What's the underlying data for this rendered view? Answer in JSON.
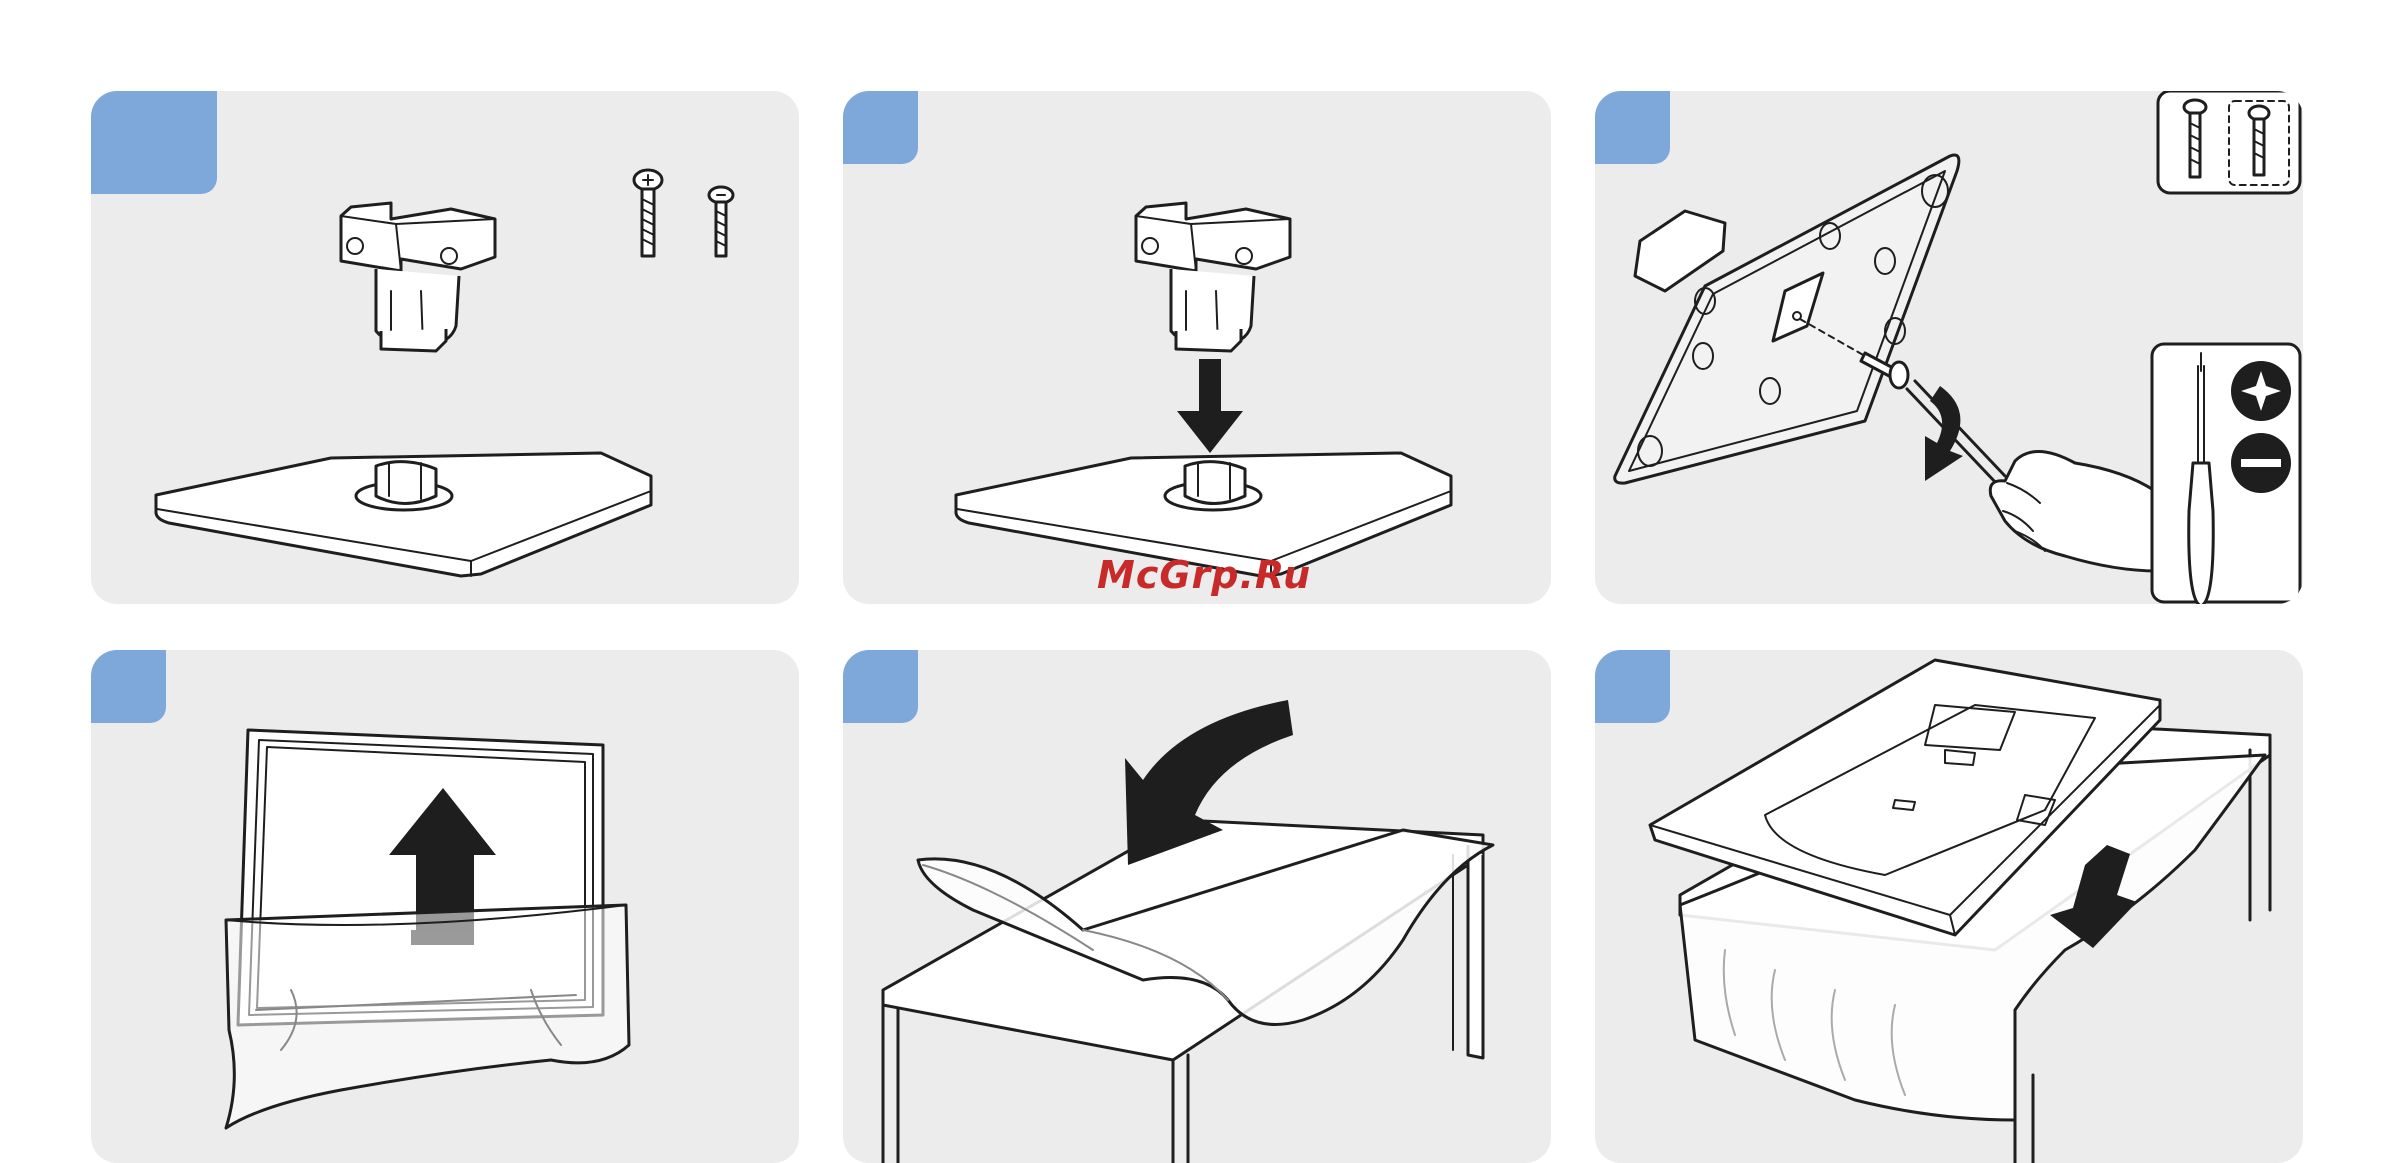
{
  "watermark": "McGrp.Ru",
  "colors": {
    "panel_background": "#ececec",
    "step_badge": "#7ea7da",
    "watermark": "#c82a2a",
    "line_art": "#1e1e1e"
  },
  "steps": [
    {
      "name": "stand-neck-and-screws",
      "icons": [
        "stand-neck-icon",
        "screw-icon",
        "screw-icon",
        "stand-base-icon"
      ]
    },
    {
      "name": "insert-neck-into-base",
      "icons": [
        "stand-neck-icon",
        "down-arrow-icon",
        "stand-base-icon"
      ]
    },
    {
      "name": "fasten-screw",
      "icons": [
        "stand-underside-icon",
        "screw-icon",
        "screwdriver-icon",
        "hand-icon",
        "phillips-head-icon",
        "flat-head-icon"
      ]
    },
    {
      "name": "remove-tv-from-bag",
      "icons": [
        "tv-icon",
        "up-arrow-icon",
        "bag-icon"
      ]
    },
    {
      "name": "lay-cloth-on-table",
      "icons": [
        "curved-arrow-icon",
        "cloth-icon",
        "table-icon"
      ]
    },
    {
      "name": "place-tv-face-down",
      "icons": [
        "tv-back-icon",
        "down-arrow-icon",
        "table-icon",
        "cloth-icon"
      ]
    }
  ]
}
